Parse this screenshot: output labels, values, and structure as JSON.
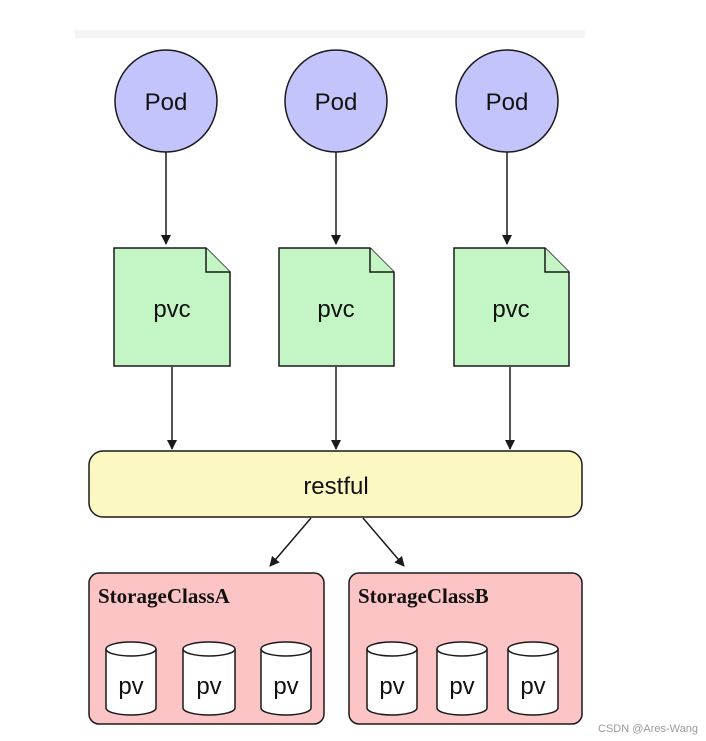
{
  "pods": [
    {
      "label": "Pod"
    },
    {
      "label": "Pod"
    },
    {
      "label": "Pod"
    }
  ],
  "pvcs": [
    {
      "label": "pvc"
    },
    {
      "label": "pvc"
    },
    {
      "label": "pvc"
    }
  ],
  "gateway": {
    "label": "restful"
  },
  "storage_classes": [
    {
      "title": "StorageClassA",
      "volumes": [
        "pv",
        "pv",
        "pv"
      ]
    },
    {
      "title": "StorageClassB",
      "volumes": [
        "pv",
        "pv",
        "pv"
      ]
    }
  ],
  "watermark": "CSDN @Ares-Wang",
  "colors": {
    "pod_fill": "#c4c4fc",
    "pvc_fill": "#c4f5c4",
    "gateway_fill": "#fbf8c2",
    "storage_fill": "#fcc4c4",
    "stroke": "#1a1a1a"
  }
}
